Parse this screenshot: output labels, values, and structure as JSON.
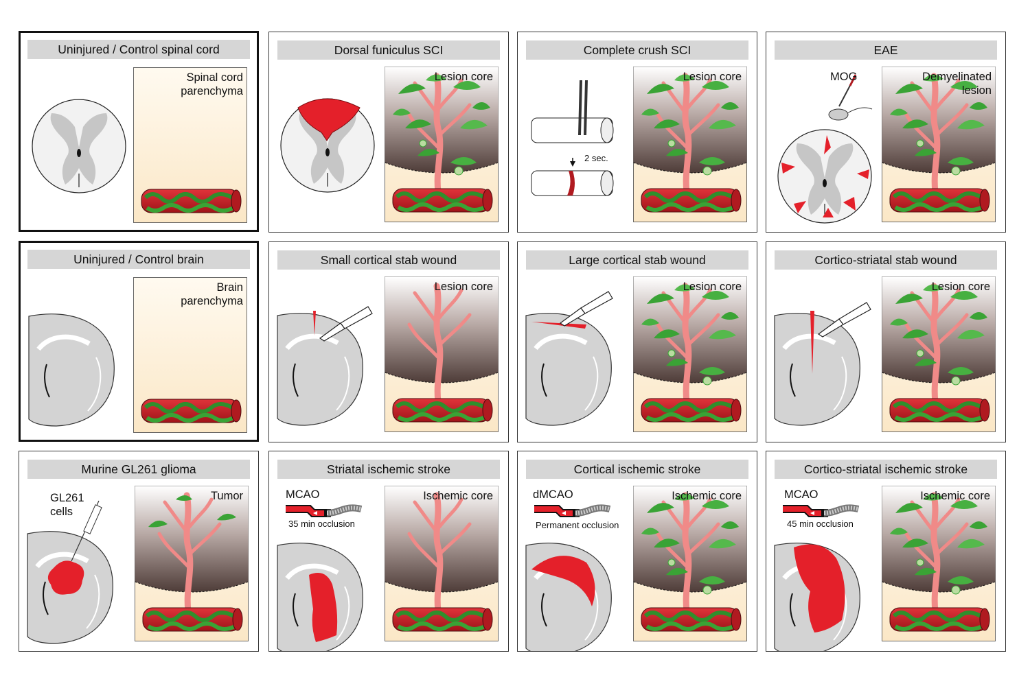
{
  "panels": [
    {
      "title": "Uninjured / Control spinal cord",
      "right_label": "Spinal cord parenchyma",
      "right_lines": [
        "Spinal cord",
        "parenchyma"
      ]
    },
    {
      "title": "Dorsal funiculus SCI",
      "right_label": "Lesion core"
    },
    {
      "title": "Complete crush SCI",
      "right_label": "Lesion core",
      "annotation": "2 sec."
    },
    {
      "title": "EAE",
      "right_label": "Demyelinated lesion",
      "right_lines": [
        "Demyelinated",
        "lesion"
      ],
      "annotation": "MOG"
    },
    {
      "title": "Uninjured / Control brain",
      "right_label": "Brain parenchyma",
      "right_lines": [
        "Brain",
        "parenchyma"
      ]
    },
    {
      "title": "Small cortical stab wound",
      "right_label": "Lesion core"
    },
    {
      "title": "Large cortical stab wound",
      "right_label": "Lesion core"
    },
    {
      "title": "Cortico-striatal stab wound",
      "right_label": "Lesion core"
    },
    {
      "title": "Murine GL261 glioma",
      "right_label": "Tumor",
      "annotation_lines": [
        "GL261",
        "cells"
      ]
    },
    {
      "title": "Striatal ischemic stroke",
      "right_label": "Ischemic core",
      "model": "MCAO",
      "occlusion": "35 min occlusion"
    },
    {
      "title": "Cortical ischemic stroke",
      "right_label": "Ischemic core",
      "model": "dMCAO",
      "occlusion": "Permanent occlusion"
    },
    {
      "title": "Cortico-striatal ischemic stroke",
      "right_label": "Ischemic core",
      "model": "MCAO",
      "occlusion": "45 min occlusion"
    }
  ],
  "colors": {
    "lesion_red": "#e4202a",
    "vessel_red": "#c41e25",
    "astrocyte_green": "#3aa335",
    "pericyte_pink": "#f08a88",
    "gray_tissue": "#d0d0d0",
    "parenchyma_cream": "#fdf1dc",
    "lesion_dark": "#5a4743"
  }
}
